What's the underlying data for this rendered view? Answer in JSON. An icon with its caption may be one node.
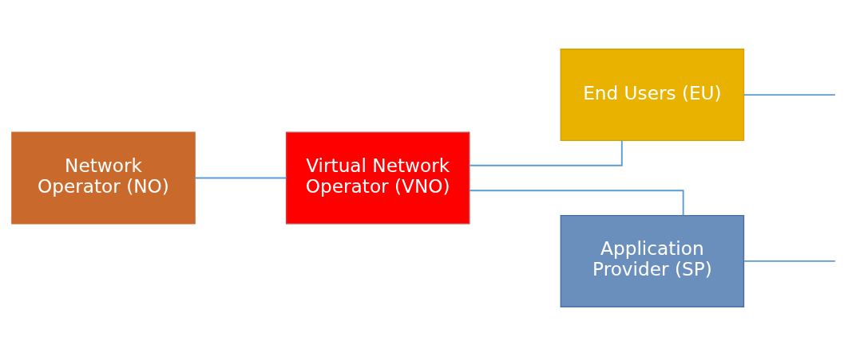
{
  "diagram": {
    "nodes": [
      {
        "text": [
          "Network Operator (NO)"
        ]
      },
      {
        "text": [
          "Virtual Network Operator (VNO)"
        ]
      },
      {
        "text": [
          "End Users (EU)"
        ]
      },
      {
        "text": [
          "Application Provider (SP)"
        ]
      }
    ],
    "edges": [
      {
        "from": 0,
        "to": 1,
        "arrow": "none"
      },
      {
        "from": 1,
        "to": 2,
        "arrow": "none"
      },
      {
        "from": 1,
        "to": 3,
        "arrow": "none"
      },
      {
        "from": 2,
        "to": null,
        "arrow": "none"
      },
      {
        "from": 3,
        "to": null,
        "arrow": "none"
      }
    ]
  }
}
